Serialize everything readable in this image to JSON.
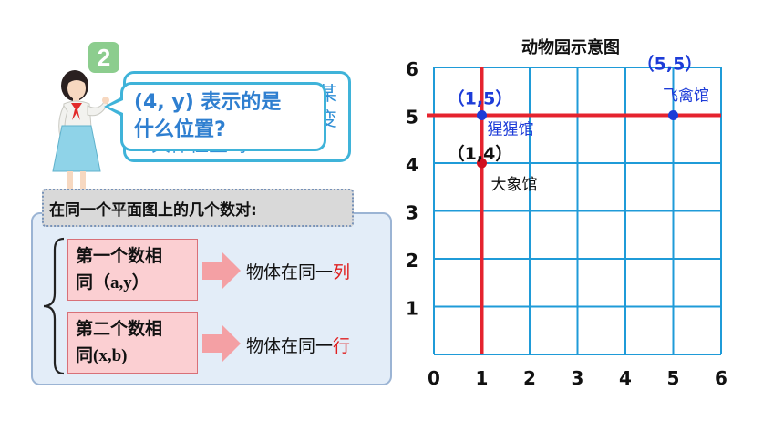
{
  "badge": "2",
  "bubble_back": {
    "line1": "某",
    "line2": "变",
    "line3": "具体位置吗?"
  },
  "bubble_front": {
    "line1": "(4, y) 表示的是",
    "line2": "什么位置?"
  },
  "summary": {
    "title": "在同一个平面图上的几个数对:",
    "rule1": {
      "line1": "第一个数相",
      "line2": "同（a,y）",
      "result_prefix": "物体在同一",
      "result_highlight": "列"
    },
    "rule2": {
      "line1": "第二个数相",
      "line2": "同(x,b)",
      "result_prefix": "物体在同一",
      "result_highlight": "行"
    }
  },
  "chart_data": {
    "type": "scatter",
    "title": "动物园示意图",
    "xlim": [
      0,
      6
    ],
    "ylim": [
      0,
      6
    ],
    "x_ticks": [
      "0",
      "1",
      "2",
      "3",
      "4",
      "5",
      "6"
    ],
    "y_ticks": [
      "1",
      "2",
      "3",
      "4",
      "5",
      "6"
    ],
    "grid": true,
    "highlight_lines": [
      {
        "orientation": "vertical",
        "x": 1
      },
      {
        "orientation": "horizontal",
        "y": 5
      }
    ],
    "points": [
      {
        "x": 1,
        "y": 5,
        "coord_label": "（1,5）",
        "place": "猩猩馆"
      },
      {
        "x": 1,
        "y": 4,
        "coord_label": "（1,4）",
        "place": "大象馆"
      },
      {
        "x": 5,
        "y": 5,
        "coord_label": "（5,5）",
        "place": "飞禽馆"
      }
    ],
    "colors": {
      "grid": "#1f9bd8",
      "highlight": "#e5232e",
      "point_blue": "#1d3cd8",
      "point_red": "#d01020"
    }
  }
}
